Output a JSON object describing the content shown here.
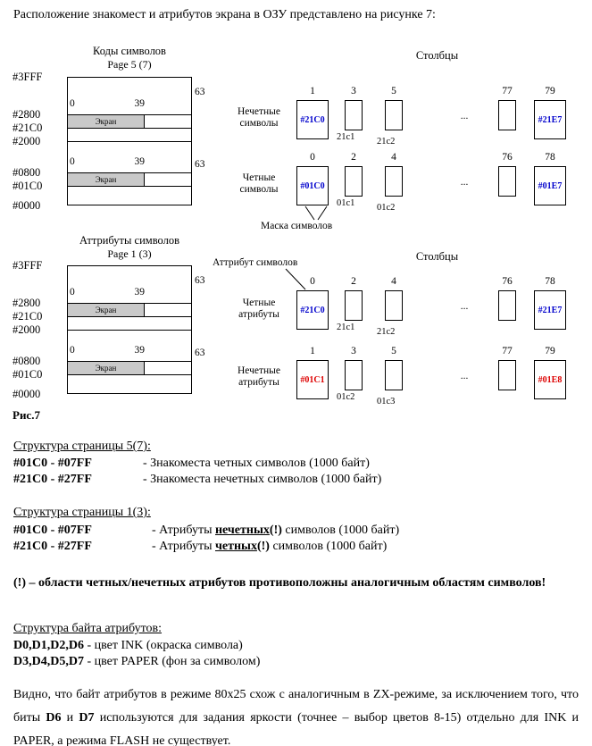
{
  "page": {
    "intro": "Расположение знакомест и атрибутов экрана в ОЗУ представлено на рисунке 7:",
    "figure_caption": "Рис.7"
  },
  "colors": {
    "blue": "#0000cc",
    "red": "#dd0000",
    "band_gray": "#c9c9c9"
  },
  "memory_diagrams": [
    {
      "title": "Коды символов",
      "subtitle": "Page 5 (7)",
      "addresses": [
        "#3FFF",
        "#2800",
        "#21C0",
        "#2000",
        "#0800",
        "#01C0",
        "#0000"
      ],
      "band_label": "Экран",
      "col_start": "0",
      "col_mid": "39",
      "col_end": "63"
    },
    {
      "title": "Аттрибуты символов",
      "subtitle": "Page 1 (3)",
      "addresses": [
        "#3FFF",
        "#2800",
        "#21C0",
        "#2000",
        "#0800",
        "#01C0",
        "#0000"
      ],
      "band_label": "Экран",
      "col_start": "0",
      "col_mid": "39",
      "col_end": "63"
    }
  ],
  "columns_title": "Столбцы",
  "ellipsis": "...",
  "annotations": {
    "mask": "Маска символов",
    "attr": "Аттрибут символов"
  },
  "rows": [
    {
      "label1": "Нечетные",
      "label2": "символы",
      "numbers": [
        "1",
        "3",
        "5",
        "77",
        "79"
      ],
      "first": "#21C0",
      "last": "#21E7",
      "sub1": "21c1",
      "sub2": "21c2"
    },
    {
      "label1": "Четные",
      "label2": "символы",
      "numbers": [
        "0",
        "2",
        "4",
        "76",
        "78"
      ],
      "first": "#01C0",
      "last": "#01E7",
      "sub1": "01c1",
      "sub2": "01c2"
    },
    {
      "label1": "Четные",
      "label2": "атрибуты",
      "numbers": [
        "0",
        "2",
        "4",
        "76",
        "78"
      ],
      "first": "#21C0",
      "last": "#21E7",
      "sub1": "21c1",
      "sub2": "21c2"
    },
    {
      "label1": "Нечетные",
      "label2": "атрибуты",
      "numbers": [
        "1",
        "3",
        "5",
        "77",
        "79"
      ],
      "first": "#01C1",
      "last": "#01E8",
      "sub1": "01c2",
      "sub2": "01c3"
    }
  ],
  "sections": {
    "s1": {
      "heading": "Структура страницы 5(7):",
      "r1_addr": "#01C0 - #07FF",
      "r1_desc": "- Знакоместа четных символов (1000 байт)",
      "r2_addr": "#21C0 - #27FF",
      "r2_desc": "- Знакоместа нечетных символов (1000 байт)"
    },
    "s2": {
      "heading": "Структура страницы 1(3):",
      "r1_addr": "#01C0 - #07FF",
      "r1_pre": "- Атрибуты ",
      "r1_emph": "нечетных",
      "r1_excl": "(!)",
      "r1_post": " символов (1000 байт)",
      "r2_addr": "#21C0 - #27FF",
      "r2_pre": "- Атрибуты ",
      "r2_emph": "четных",
      "r2_excl": "(!)",
      "r2_post": " символов (1000 байт)"
    },
    "note": "(!) – области четных/нечетных атрибутов противоположны аналогичным областям символов!",
    "s3": {
      "heading": "Структура байта атрибутов:",
      "r1_bits": "D0,D1,D2,D6",
      "r1_desc": " - цвет INK (окраска символа)",
      "r2_bits": "D3,D4,D5,D7",
      "r2_desc": " - цвет PAPER (фон за символом)"
    },
    "final": {
      "p1": "Видно, что байт атрибутов в режиме 80x25 схож с аналогичным в ZX-режиме, за исключением того, что биты ",
      "b1": "D6",
      "p2": " и ",
      "b2": "D7",
      "p3": " используются для задания яркости (точнее – выбор цветов 8-15) отдельно для INK и PAPER, а режима FLASH не существует."
    }
  }
}
